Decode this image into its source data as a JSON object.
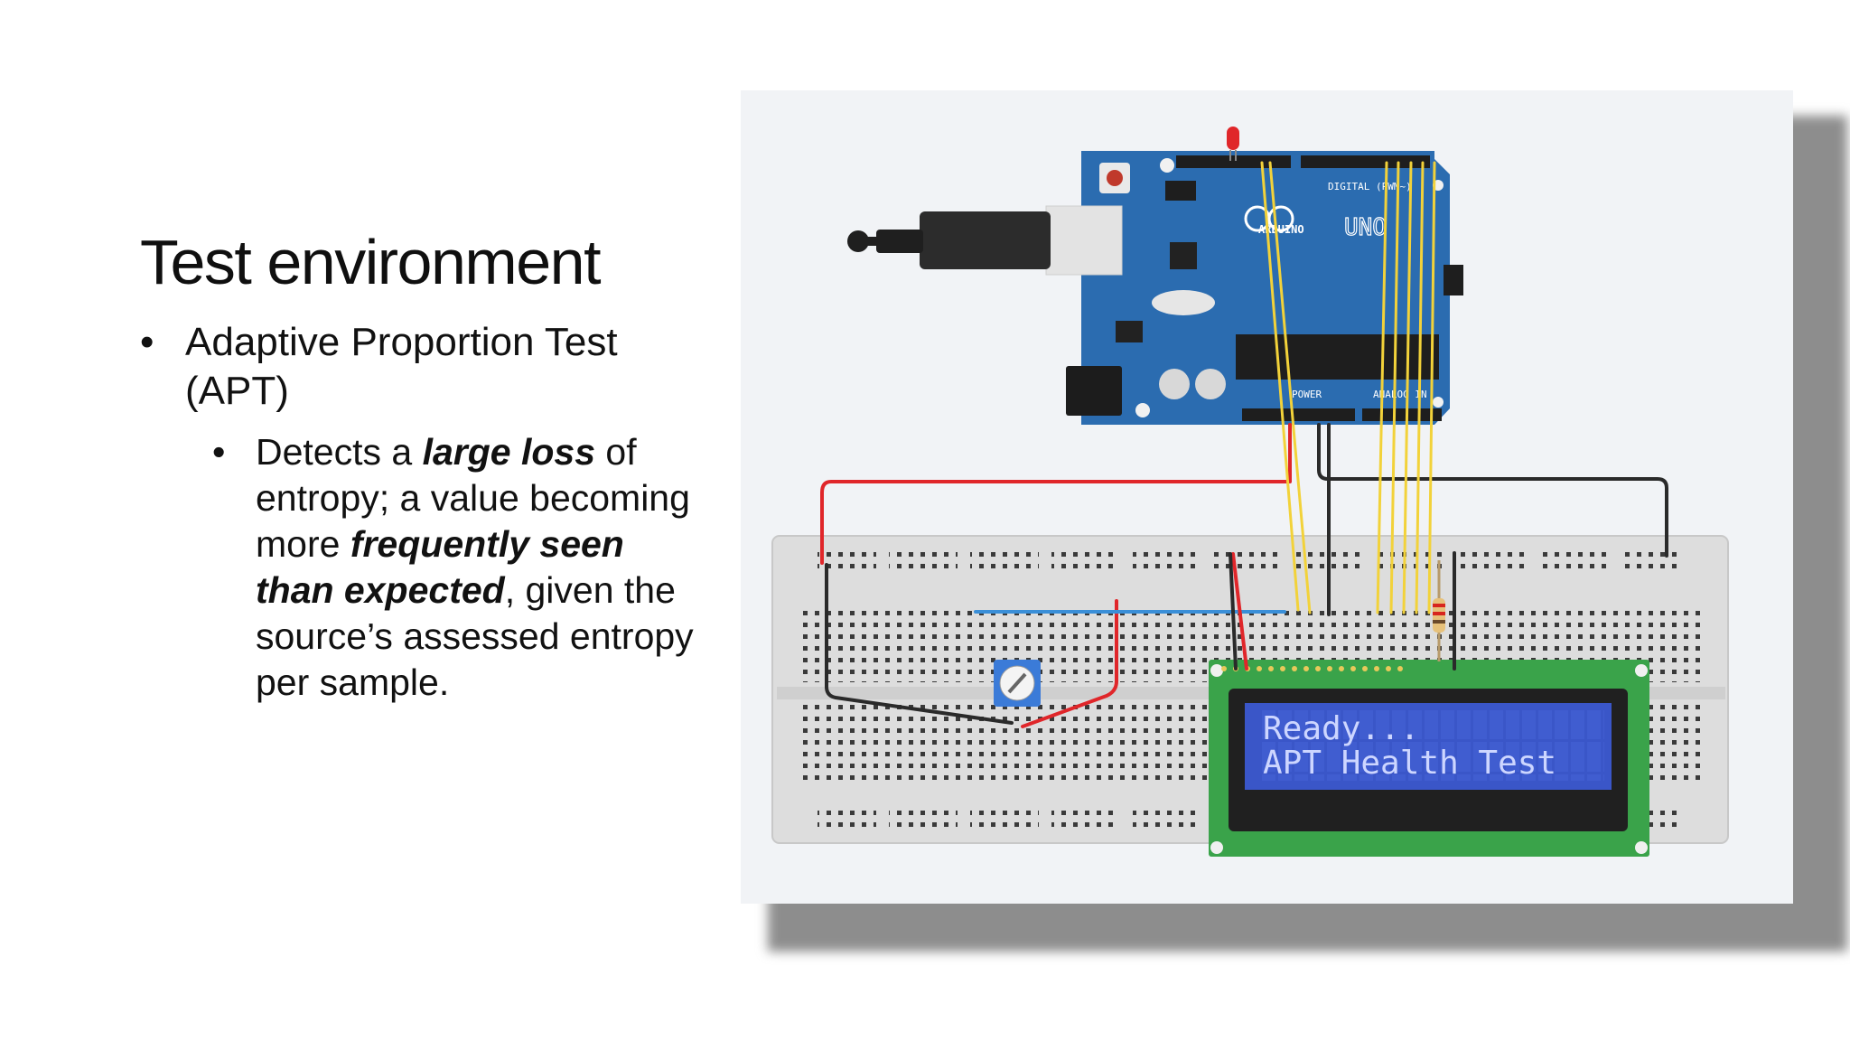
{
  "slide": {
    "title": "Test environment",
    "bullet_level1": {
      "marker": "•",
      "text_line1": "Adaptive Proportion Test",
      "text_line2": "(APT)"
    },
    "bullet_level2": {
      "marker": "•",
      "seg1": "Detects a ",
      "seg2": "large loss",
      "seg3": " of",
      "line2": "entropy; a value becoming",
      "line3_a": "more ",
      "line3_b": "frequently seen",
      "line4_a": "than expected",
      "line4_b": ", given the",
      "line5": "source’s assessed entropy",
      "line6": "per sample."
    }
  },
  "circuit": {
    "board_brand": "ARDUINO",
    "board_model": "UNO",
    "digital_label": "DIGITAL (PWM~)",
    "power_label": "POWER",
    "analog_label": "ANALOG IN",
    "lcd_line1": "Ready...",
    "lcd_line2": "APT Health Test",
    "colors": {
      "board": "#2b6cb0",
      "lcd_pcb": "#3aa34a",
      "lcd_screen": "#3a56c8",
      "lcd_text": "#cdd6ff",
      "wire_red": "#e0262a",
      "wire_yellow": "#f2d23a",
      "wire_black": "#222222",
      "wire_blue": "#3a8fd8",
      "breadboard": "#dcdcdc"
    }
  }
}
